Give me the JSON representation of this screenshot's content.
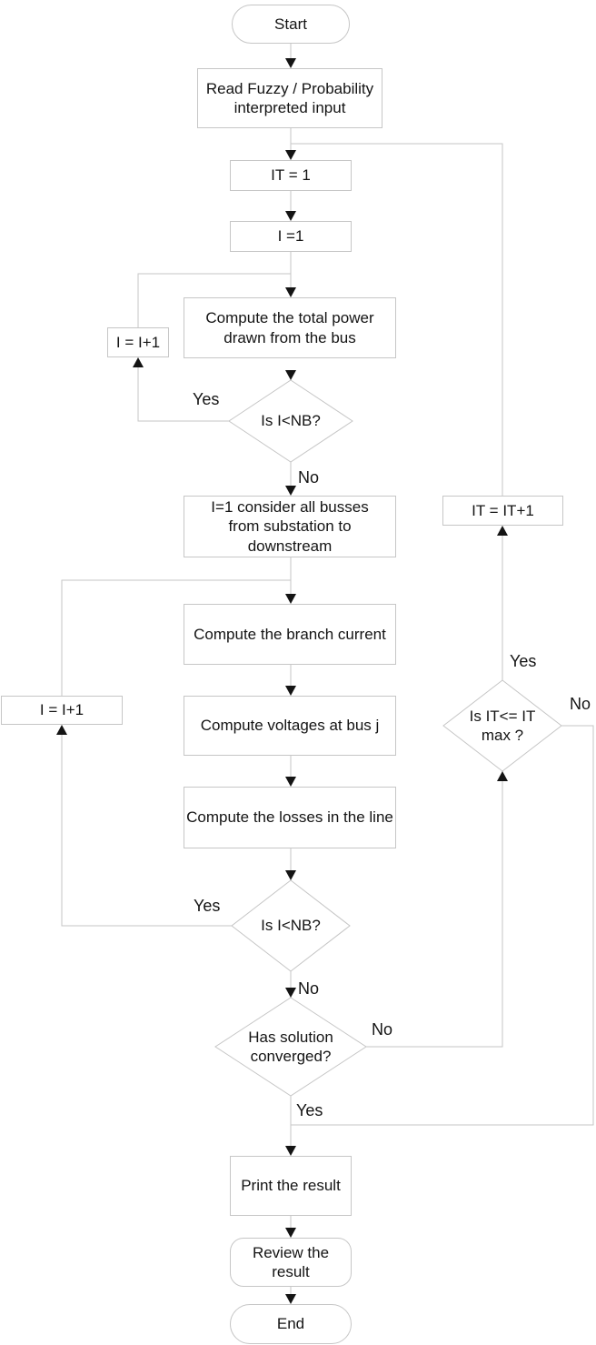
{
  "diagram_type": "flowchart",
  "nodes": {
    "start": "Start",
    "read_input": "Read Fuzzy / Probability interpreted input",
    "it_init": "IT = 1",
    "i_init": "I =1",
    "compute_power": "Compute the total power drawn from the bus",
    "increment_i_top": "I = I+1",
    "is_i_lt_nb_1": "Is I<NB?",
    "consider_busses": "I=1 consider all busses from substation to downstream",
    "compute_branch_current": "Compute the branch current",
    "increment_i_left": "I = I+1",
    "compute_voltages": "Compute voltages at bus j",
    "compute_losses": "Compute the losses in the line",
    "is_i_lt_nb_2": "Is I<NB?",
    "has_converged": "Has solution converged?",
    "increment_it": "IT = IT+1",
    "is_it_le_itmax": "Is IT<= IT max ?",
    "print_result": "Print the result",
    "review_result": "Review the result",
    "end": "End"
  },
  "edge_labels": {
    "nb1_yes": "Yes",
    "nb1_no": "No",
    "nb2_yes": "Yes",
    "nb2_no": "No",
    "converged_no": "No",
    "converged_yes": "Yes",
    "itmax_yes": "Yes",
    "itmax_no": "No"
  },
  "colors": {
    "shape_border": "#c6c6c6",
    "connector_line": "#c6c6c6",
    "arrowhead": "#141414",
    "text": "#141414",
    "background": "#ffffff"
  }
}
